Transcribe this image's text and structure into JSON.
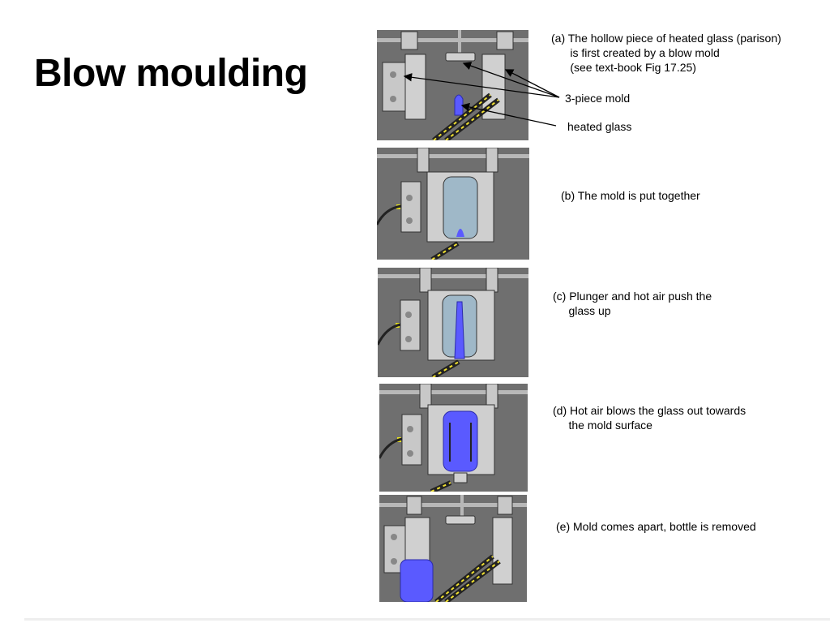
{
  "slide": {
    "title": "Blow moulding"
  },
  "steps": [
    {
      "caption": "(a) The hollow piece of heated glass (parison)\n      is first created by a blow mold\n      (see text-book Fig 17.25)"
    },
    {
      "caption": "(b) The mold is put together"
    },
    {
      "caption": "(c) Plunger and hot air push the\n     glass up"
    },
    {
      "caption": "(d) Hot air blows the glass out towards\n     the mold surface"
    },
    {
      "caption": "(e) Mold comes apart, bottle is removed"
    }
  ],
  "labels": {
    "mold": "3-piece mold",
    "glass": "heated glass"
  },
  "colors": {
    "panel_bg": "#6f6f6f",
    "metal": "#c8c8c8",
    "glass": "#5a5aff",
    "stripe": "#f0e030"
  }
}
